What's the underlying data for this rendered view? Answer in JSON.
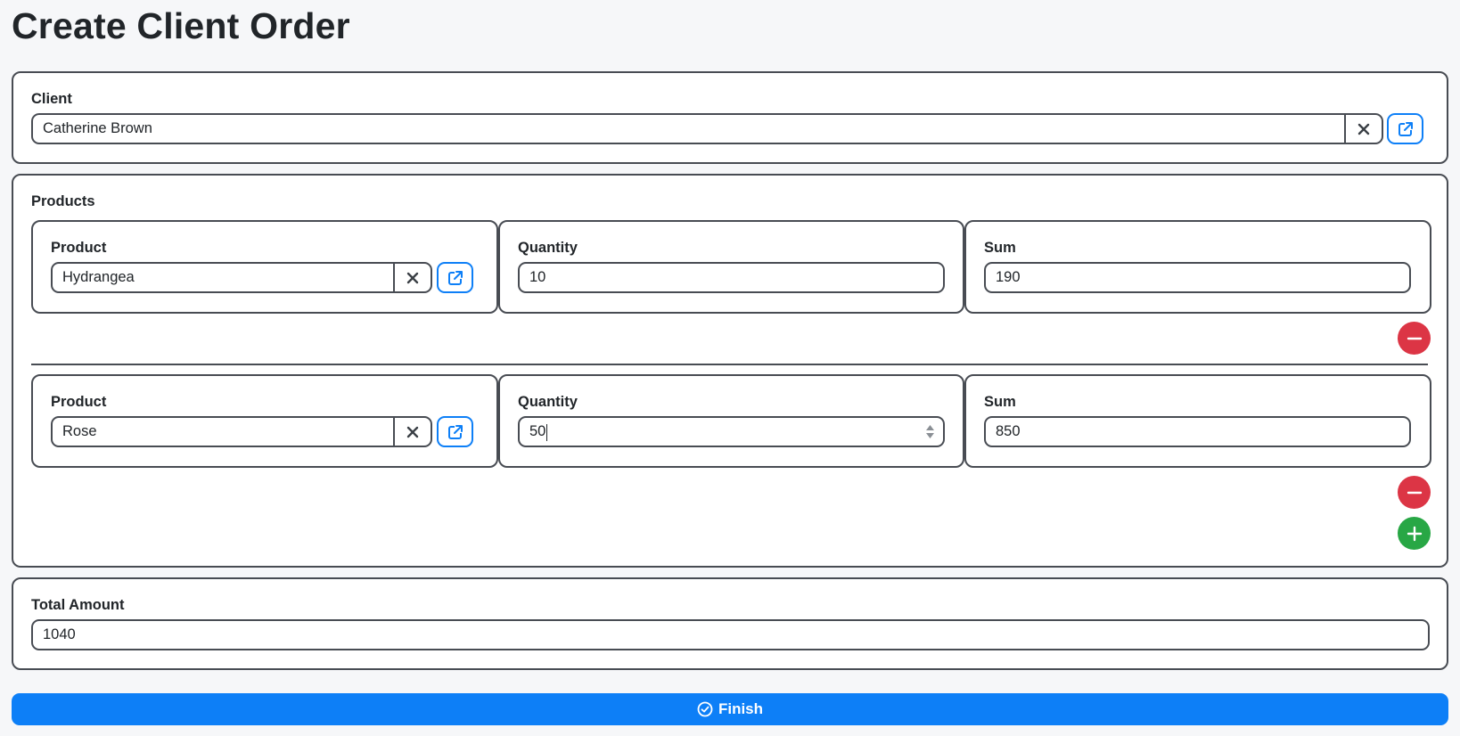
{
  "page": {
    "title": "Create Client Order"
  },
  "client": {
    "label": "Client",
    "value": "Catherine Brown",
    "clear_icon": "x-icon",
    "open_icon": "external-link-icon"
  },
  "products": {
    "label": "Products",
    "rows": [
      {
        "product_label": "Product",
        "product_value": "Hydrangea",
        "quantity_label": "Quantity",
        "quantity_value": "10",
        "sum_label": "Sum",
        "sum_value": "190"
      },
      {
        "product_label": "Product",
        "product_value": "Rose",
        "quantity_label": "Quantity",
        "quantity_value": "50",
        "sum_label": "Sum",
        "sum_value": "850"
      }
    ],
    "remove_icon": "minus-circle-icon",
    "add_icon": "plus-circle-icon"
  },
  "total": {
    "label": "Total Amount",
    "value": "1040"
  },
  "finish": {
    "label": "Finish",
    "icon": "check-circle-icon"
  },
  "colors": {
    "primary": "#0d7ff7",
    "danger": "#dc3545",
    "success": "#28a745",
    "border": "#484c53",
    "background": "#f6f7f9"
  }
}
